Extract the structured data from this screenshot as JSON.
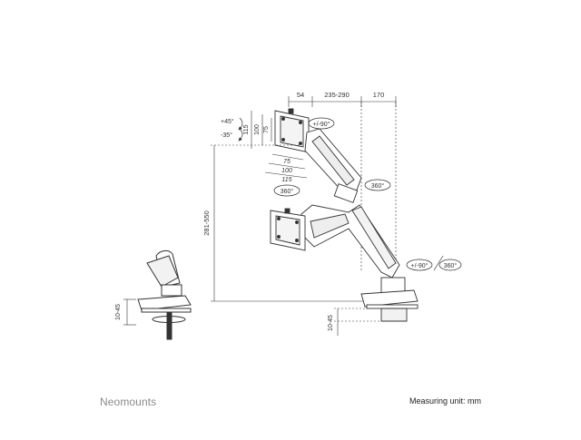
{
  "brand": "Neomounts",
  "footer": {
    "measuring_unit": "Measuring unit: mm"
  },
  "dimensions": {
    "top": [
      "54",
      "235-290",
      "170"
    ],
    "tilt_up": "+45°",
    "tilt_down": "-35°",
    "rotate_arm": "+/-90°",
    "vesa_h_115": "115",
    "vesa_h_100": "100",
    "vesa_h_75": "75",
    "vesa_w_75": "75",
    "vesa_w_100": "100",
    "vesa_w_115": "115",
    "swivel_upper": "360°",
    "swivel_elbow": "360°",
    "height_range": "281-550",
    "base_rotate_a": "+/-90°",
    "base_rotate_b": "360°",
    "desk_thickness_left": "10-45",
    "desk_thickness_right": "10-45"
  }
}
